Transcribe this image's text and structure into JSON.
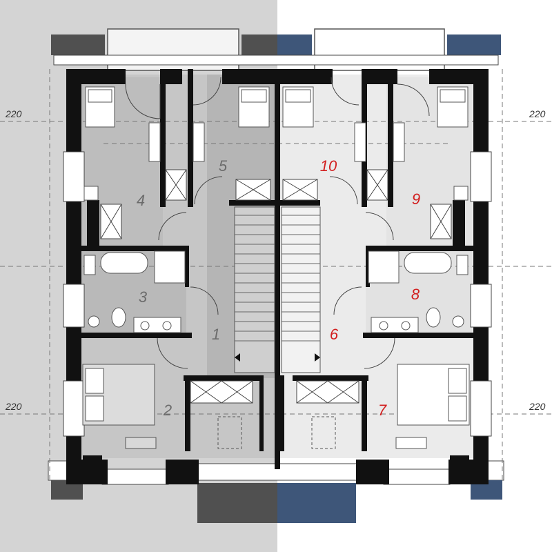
{
  "plan": {
    "dimension_label": "220",
    "left_unit": {
      "rooms": [
        {
          "id": "1",
          "label": "1"
        },
        {
          "id": "2",
          "label": "2"
        },
        {
          "id": "3",
          "label": "3"
        },
        {
          "id": "4",
          "label": "4"
        },
        {
          "id": "5",
          "label": "5"
        }
      ]
    },
    "right_unit": {
      "rooms": [
        {
          "id": "6",
          "label": "6"
        },
        {
          "id": "7",
          "label": "7"
        },
        {
          "id": "8",
          "label": "8"
        },
        {
          "id": "9",
          "label": "9"
        },
        {
          "id": "10",
          "label": "10"
        }
      ]
    }
  },
  "colors": {
    "left_background": "#d4d4d4",
    "right_background": "#ffffff",
    "left_room_fill": "#c6c6c6",
    "right_room_fill": "#ebebeb",
    "wall": "#111111",
    "left_balcony": "#505050",
    "right_balcony": "#3e5679",
    "left_room_label": "#6b6b6b",
    "right_room_label": "#d21f1f",
    "dimension_text": "#333333"
  }
}
